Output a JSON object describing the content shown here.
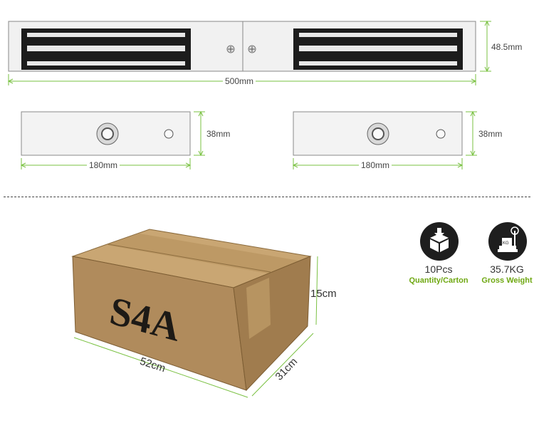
{
  "top_view": {
    "length_label": "500mm",
    "height_label": "48.5mm"
  },
  "side_views": [
    {
      "height_label": "38mm",
      "width_label": "180mm"
    },
    {
      "height_label": "38mm",
      "width_label": "180mm"
    }
  ],
  "carton": {
    "marking": "S4A",
    "length_label": "52cm",
    "width_label": "31cm",
    "height_label": "15cm"
  },
  "packing_info": [
    {
      "icon": "box-download-icon",
      "value": "10Pcs",
      "caption": "Quantity/Carton"
    },
    {
      "icon": "weighing-scale-icon",
      "value": "35.7KG",
      "caption": "Gross Weight"
    }
  ],
  "colors": {
    "dimension_line": "#7ac142",
    "caption_green": "#6fa812",
    "icon_background": "#1e1e1e",
    "carton": "#b08b5c"
  }
}
